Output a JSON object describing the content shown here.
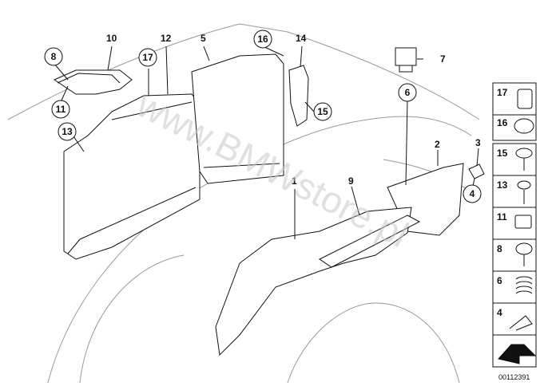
{
  "diagram": {
    "watermark": "www.BMWstore.pl",
    "image_code": "00112391",
    "callouts": {
      "c1": "1",
      "c2": "2",
      "c3": "3",
      "c4": "4",
      "c5": "5",
      "c6": "6",
      "c7": "7",
      "c8": "8",
      "c9": "9",
      "c10": "10",
      "c11": "11",
      "c12": "12",
      "c13": "13",
      "c14": "14",
      "c15": "15",
      "c16": "16",
      "c17": "17"
    },
    "side_panel": [
      "17",
      "16",
      "15",
      "13",
      "11",
      "8",
      "6",
      "4"
    ]
  }
}
